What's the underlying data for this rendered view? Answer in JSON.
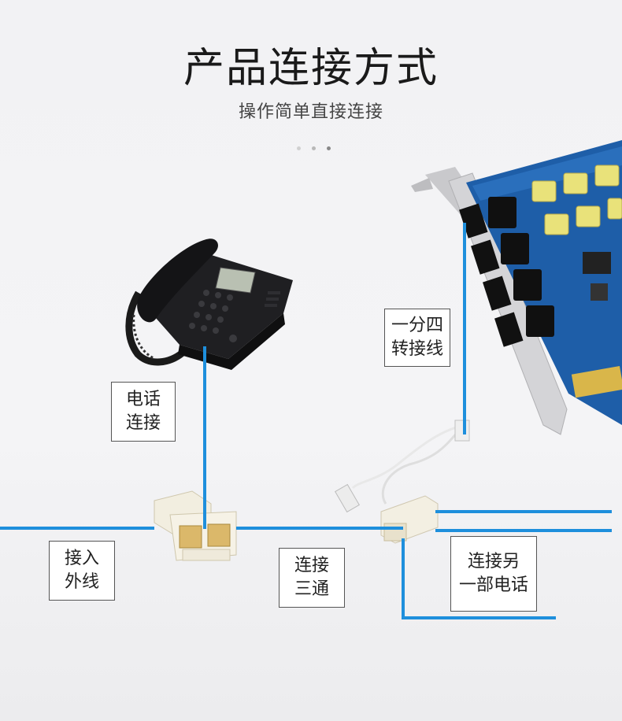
{
  "header": {
    "title": "产品连接方式",
    "subtitle": "操作简单直接连接"
  },
  "pagination": {
    "count": 3,
    "active": 3
  },
  "labels": {
    "phone": {
      "line1": "电话",
      "line2": "连接"
    },
    "splitter_cable": {
      "line1": "一分四",
      "line2": "转接线"
    },
    "external_line": {
      "line1": "接入",
      "line2": "外线"
    },
    "three_way": {
      "line1": "连接",
      "line2": "三通"
    },
    "another_phone": {
      "line1": "连接另",
      "line2": "一部电话"
    }
  },
  "colors": {
    "line": "#1e8fdc",
    "card_pcb": "#1e5ea8",
    "phone_body": "#1f1f22"
  },
  "icons": [
    "desk-phone-icon",
    "telephone-card-icon",
    "rj11-splitter-icon",
    "splitter-cable-icon"
  ]
}
